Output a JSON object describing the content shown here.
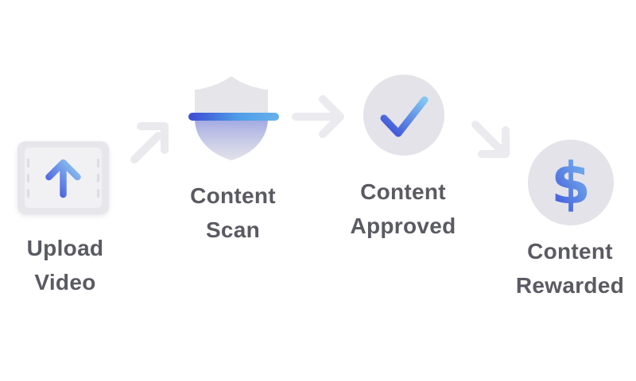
{
  "workflow": {
    "title": "video-monetization-flow",
    "steps": [
      {
        "id": "upload-video",
        "icon": "upload-video-icon",
        "line1": "Upload",
        "line2": "Video"
      },
      {
        "id": "content-scan",
        "icon": "shield-scan-icon",
        "line1": "Content",
        "line2": "Scan"
      },
      {
        "id": "content-approved",
        "icon": "checkmark-circle-icon",
        "line1": "Content",
        "line2": "Approved"
      },
      {
        "id": "content-rewarded",
        "icon": "dollar-circle-icon",
        "line1": "Content",
        "line2": "Rewarded"
      }
    ],
    "icons": {
      "dollar_glyph": "$"
    },
    "colors": {
      "background": "#ffffff",
      "label_text": "#5a5a62",
      "icon_gray_fill": "#e5e5ea",
      "icon_gray_light": "#f1f1f4",
      "arrow_gray": "#e9e9ee",
      "accent_indigo": "#4052d8",
      "accent_sky": "#86c7f2",
      "scanline_start": "#3e4ad4",
      "scanline_end": "#66b1ec"
    }
  }
}
